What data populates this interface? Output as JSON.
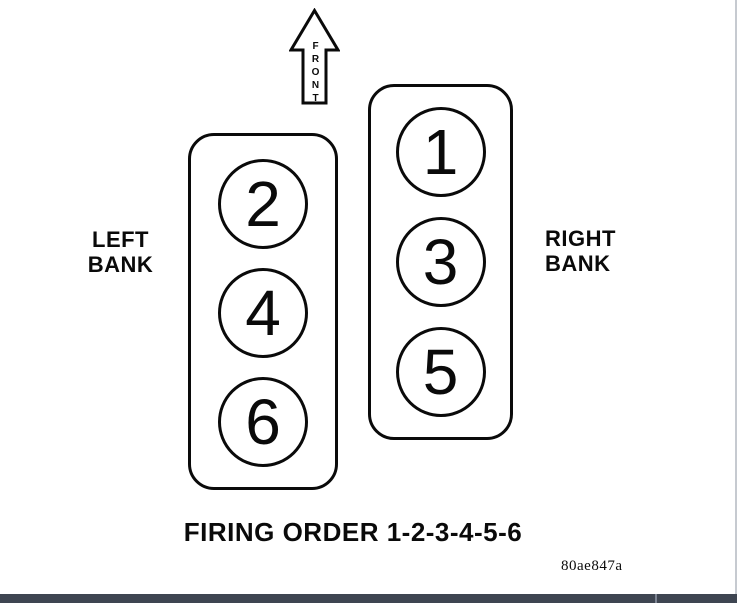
{
  "diagram": {
    "front_label": "FRONT",
    "left_bank": {
      "label": [
        "LEFT",
        "BANK"
      ],
      "cylinders": [
        "2",
        "4",
        "6"
      ]
    },
    "right_bank": {
      "label": [
        "RIGHT",
        "BANK"
      ],
      "cylinders": [
        "1",
        "3",
        "5"
      ]
    },
    "caption": "FIRING ORDER 1-2-3-4-5-6",
    "figure_id": "80ae847a"
  },
  "colors": {
    "line": "#0a0a0a",
    "background": "#ffffff",
    "bottom_bar": "#3e4551",
    "bar_separator": "#7d8492",
    "right_edge_line": "#c6cad0"
  }
}
